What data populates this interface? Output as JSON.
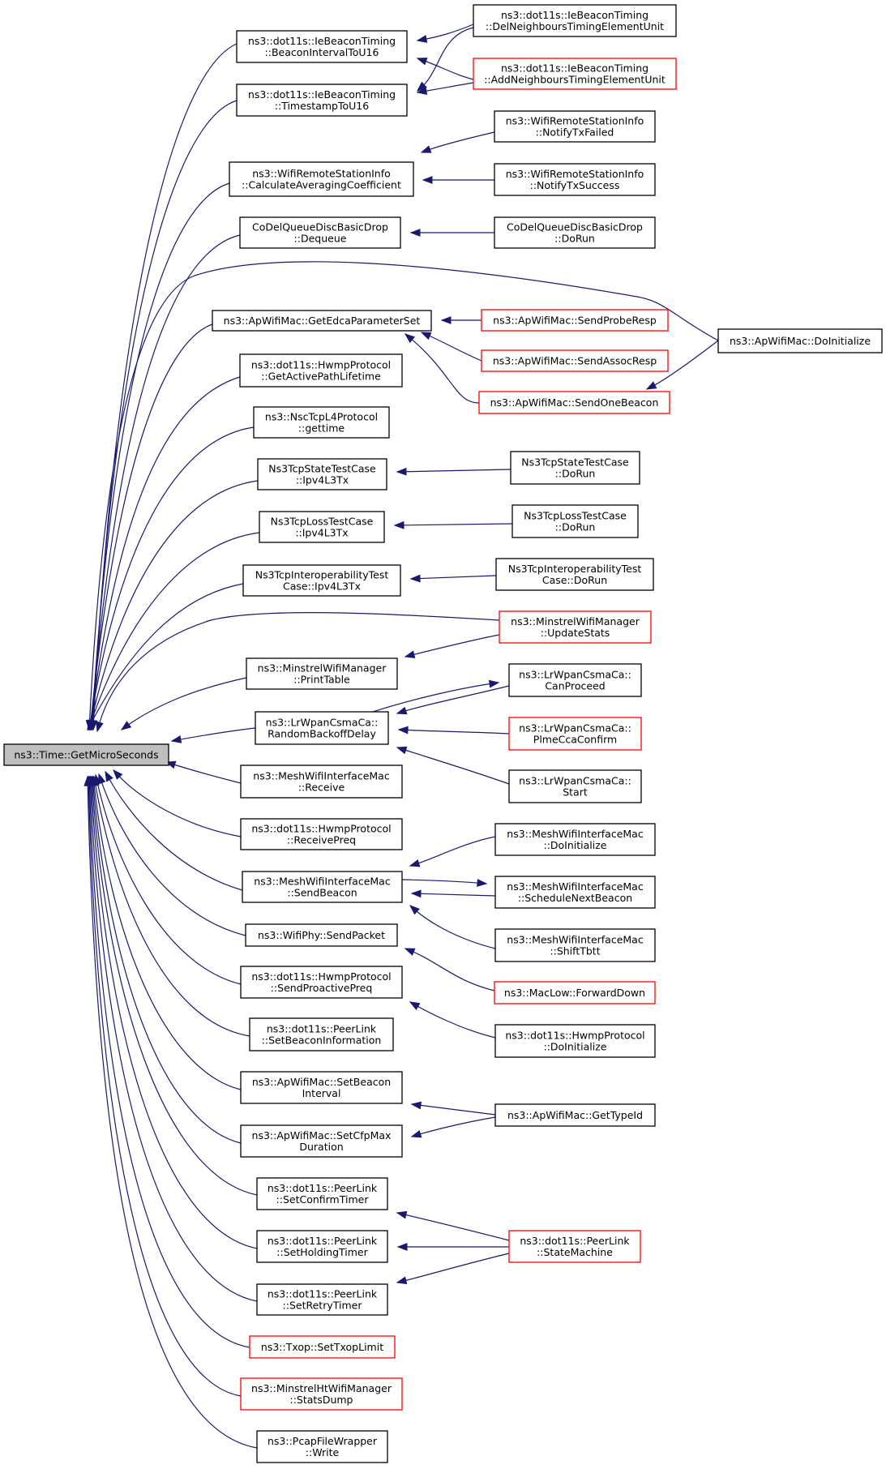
{
  "colors": {
    "edge": "#191970",
    "node_border": "#000000",
    "node_border_truncated": "#ff0000",
    "root_fill": "#bfbfbf",
    "background": "#ffffff"
  },
  "nodes": [
    {
      "id": "root",
      "lines": [
        "ns3::Time::GetMicroSeconds"
      ],
      "style": "root"
    },
    {
      "id": "n1",
      "lines": [
        "ns3::dot11s::IeBeaconTiming",
        "::BeaconIntervalToU16"
      ],
      "style": "normal"
    },
    {
      "id": "n2",
      "lines": [
        "ns3::dot11s::IeBeaconTiming",
        "::TimestampToU16"
      ],
      "style": "normal"
    },
    {
      "id": "n3",
      "lines": [
        "ns3::WifiRemoteStationInfo",
        "::CalculateAveragingCoefficient"
      ],
      "style": "normal"
    },
    {
      "id": "n4",
      "lines": [
        "CoDelQueueDiscBasicDrop",
        "::Dequeue"
      ],
      "style": "normal"
    },
    {
      "id": "n5",
      "lines": [
        "ns3::ApWifiMac::GetEdcaParameterSet"
      ],
      "style": "normal"
    },
    {
      "id": "n6",
      "lines": [
        "ns3::dot11s::HwmpProtocol",
        "::GetActivePathLifetime"
      ],
      "style": "normal"
    },
    {
      "id": "n7",
      "lines": [
        "ns3::NscTcpL4Protocol",
        "::gettime"
      ],
      "style": "normal"
    },
    {
      "id": "n8",
      "lines": [
        "Ns3TcpStateTestCase",
        "::Ipv4L3Tx"
      ],
      "style": "normal"
    },
    {
      "id": "n9",
      "lines": [
        "Ns3TcpLossTestCase",
        "::Ipv4L3Tx"
      ],
      "style": "normal"
    },
    {
      "id": "n10",
      "lines": [
        "Ns3TcpInteroperabilityTest",
        "Case::Ipv4L3Tx"
      ],
      "style": "normal"
    },
    {
      "id": "n11",
      "lines": [
        "ns3::MinstrelWifiManager",
        "::PrintTable"
      ],
      "style": "normal"
    },
    {
      "id": "n12",
      "lines": [
        "ns3::LrWpanCsmaCa::",
        "RandomBackoffDelay"
      ],
      "style": "normal"
    },
    {
      "id": "n13",
      "lines": [
        "ns3::MeshWifiInterfaceMac",
        "::Receive"
      ],
      "style": "normal"
    },
    {
      "id": "n14",
      "lines": [
        "ns3::dot11s::HwmpProtocol",
        "::ReceivePreq"
      ],
      "style": "normal"
    },
    {
      "id": "n15",
      "lines": [
        "ns3::MeshWifiInterfaceMac",
        "::SendBeacon"
      ],
      "style": "normal"
    },
    {
      "id": "n16",
      "lines": [
        "ns3::WifiPhy::SendPacket"
      ],
      "style": "normal"
    },
    {
      "id": "n17",
      "lines": [
        "ns3::dot11s::HwmpProtocol",
        "::SendProactivePreq"
      ],
      "style": "normal"
    },
    {
      "id": "n18",
      "lines": [
        "ns3::dot11s::PeerLink",
        "::SetBeaconInformation"
      ],
      "style": "normal"
    },
    {
      "id": "n19",
      "lines": [
        "ns3::ApWifiMac::SetBeacon",
        "Interval"
      ],
      "style": "normal"
    },
    {
      "id": "n20",
      "lines": [
        "ns3::ApWifiMac::SetCfpMax",
        "Duration"
      ],
      "style": "normal"
    },
    {
      "id": "n21",
      "lines": [
        "ns3::dot11s::PeerLink",
        "::SetConfirmTimer"
      ],
      "style": "normal"
    },
    {
      "id": "n22",
      "lines": [
        "ns3::dot11s::PeerLink",
        "::SetHoldingTimer"
      ],
      "style": "normal"
    },
    {
      "id": "n23",
      "lines": [
        "ns3::dot11s::PeerLink",
        "::SetRetryTimer"
      ],
      "style": "normal"
    },
    {
      "id": "n24",
      "lines": [
        "ns3::Txop::SetTxopLimit"
      ],
      "style": "red"
    },
    {
      "id": "n25",
      "lines": [
        "ns3::MinstrelHtWifiManager",
        "::StatsDump"
      ],
      "style": "red"
    },
    {
      "id": "n26",
      "lines": [
        "ns3::PcapFileWrapper",
        "::Write"
      ],
      "style": "normal"
    },
    {
      "id": "m1",
      "lines": [
        "ns3::dot11s::IeBeaconTiming",
        "::DelNeighboursTimingElementUnit"
      ],
      "style": "normal"
    },
    {
      "id": "m2",
      "lines": [
        "ns3::dot11s::IeBeaconTiming",
        "::AddNeighboursTimingElementUnit"
      ],
      "style": "red"
    },
    {
      "id": "m3",
      "lines": [
        "ns3::WifiRemoteStationInfo",
        "::NotifyTxFailed"
      ],
      "style": "normal"
    },
    {
      "id": "m4",
      "lines": [
        "ns3::WifiRemoteStationInfo",
        "::NotifyTxSuccess"
      ],
      "style": "normal"
    },
    {
      "id": "m5",
      "lines": [
        "CoDelQueueDiscBasicDrop",
        "::DoRun"
      ],
      "style": "normal"
    },
    {
      "id": "m6",
      "lines": [
        "ns3::ApWifiMac::SendProbeResp"
      ],
      "style": "red"
    },
    {
      "id": "m7",
      "lines": [
        "ns3::ApWifiMac::SendAssocResp"
      ],
      "style": "red"
    },
    {
      "id": "m8",
      "lines": [
        "ns3::ApWifiMac::SendOneBeacon"
      ],
      "style": "red"
    },
    {
      "id": "m9",
      "lines": [
        "Ns3TcpStateTestCase",
        "::DoRun"
      ],
      "style": "normal"
    },
    {
      "id": "m10",
      "lines": [
        "Ns3TcpLossTestCase",
        "::DoRun"
      ],
      "style": "normal"
    },
    {
      "id": "m11",
      "lines": [
        "Ns3TcpInteroperabilityTest",
        "Case::DoRun"
      ],
      "style": "normal"
    },
    {
      "id": "m12",
      "lines": [
        "ns3::MinstrelWifiManager",
        "::UpdateStats"
      ],
      "style": "red"
    },
    {
      "id": "m13",
      "lines": [
        "ns3::LrWpanCsmaCa::",
        "CanProceed"
      ],
      "style": "normal"
    },
    {
      "id": "m14",
      "lines": [
        "ns3::LrWpanCsmaCa::",
        "PlmeCcaConfirm"
      ],
      "style": "red"
    },
    {
      "id": "m15",
      "lines": [
        "ns3::LrWpanCsmaCa::",
        "Start"
      ],
      "style": "normal"
    },
    {
      "id": "m16",
      "lines": [
        "ns3::MeshWifiInterfaceMac",
        "::DoInitialize"
      ],
      "style": "normal"
    },
    {
      "id": "m17",
      "lines": [
        "ns3::MeshWifiInterfaceMac",
        "::ScheduleNextBeacon"
      ],
      "style": "normal"
    },
    {
      "id": "m18",
      "lines": [
        "ns3::MeshWifiInterfaceMac",
        "::ShiftTbtt"
      ],
      "style": "normal"
    },
    {
      "id": "m19",
      "lines": [
        "ns3::MacLow::ForwardDown"
      ],
      "style": "red"
    },
    {
      "id": "m20",
      "lines": [
        "ns3::dot11s::HwmpProtocol",
        "::DoInitialize"
      ],
      "style": "normal"
    },
    {
      "id": "m21",
      "lines": [
        "ns3::ApWifiMac::GetTypeId"
      ],
      "style": "normal"
    },
    {
      "id": "m22",
      "lines": [
        "ns3::dot11s::PeerLink",
        "::StateMachine"
      ],
      "style": "red"
    },
    {
      "id": "r1",
      "lines": [
        "ns3::ApWifiMac::DoInitialize"
      ],
      "style": "normal"
    }
  ],
  "edges": [
    [
      "n1",
      "root"
    ],
    [
      "n2",
      "root"
    ],
    [
      "n3",
      "root"
    ],
    [
      "n4",
      "root"
    ],
    [
      "n5",
      "root"
    ],
    [
      "n6",
      "root"
    ],
    [
      "n7",
      "root"
    ],
    [
      "n8",
      "root"
    ],
    [
      "n9",
      "root"
    ],
    [
      "n10",
      "root"
    ],
    [
      "n11",
      "root"
    ],
    [
      "n12",
      "root"
    ],
    [
      "n13",
      "root"
    ],
    [
      "n14",
      "root"
    ],
    [
      "n15",
      "root"
    ],
    [
      "n16",
      "root"
    ],
    [
      "n17",
      "root"
    ],
    [
      "n18",
      "root"
    ],
    [
      "n19",
      "root"
    ],
    [
      "n20",
      "root"
    ],
    [
      "n21",
      "root"
    ],
    [
      "n22",
      "root"
    ],
    [
      "n23",
      "root"
    ],
    [
      "n24",
      "root"
    ],
    [
      "n25",
      "root"
    ],
    [
      "n26",
      "root"
    ],
    [
      "r1",
      "root"
    ],
    [
      "m12",
      "root"
    ],
    [
      "m1",
      "n1"
    ],
    [
      "m2",
      "n1"
    ],
    [
      "m1",
      "n2"
    ],
    [
      "m2",
      "n2"
    ],
    [
      "m3",
      "n3"
    ],
    [
      "m4",
      "n3"
    ],
    [
      "m5",
      "n4"
    ],
    [
      "m6",
      "n5"
    ],
    [
      "m7",
      "n5"
    ],
    [
      "m8",
      "n5"
    ],
    [
      "r1",
      "m8"
    ],
    [
      "m9",
      "n8"
    ],
    [
      "m10",
      "n9"
    ],
    [
      "m11",
      "n10"
    ],
    [
      "m12",
      "n11"
    ],
    [
      "m13",
      "n12"
    ],
    [
      "n12",
      "m13"
    ],
    [
      "m14",
      "n12"
    ],
    [
      "m15",
      "n12"
    ],
    [
      "m16",
      "n15"
    ],
    [
      "n15",
      "m17"
    ],
    [
      "m17",
      "n15"
    ],
    [
      "m18",
      "n15"
    ],
    [
      "m19",
      "n16"
    ],
    [
      "m20",
      "n17"
    ],
    [
      "m21",
      "n19"
    ],
    [
      "m21",
      "n20"
    ],
    [
      "m22",
      "n21"
    ],
    [
      "m22",
      "n22"
    ],
    [
      "m22",
      "n23"
    ]
  ]
}
